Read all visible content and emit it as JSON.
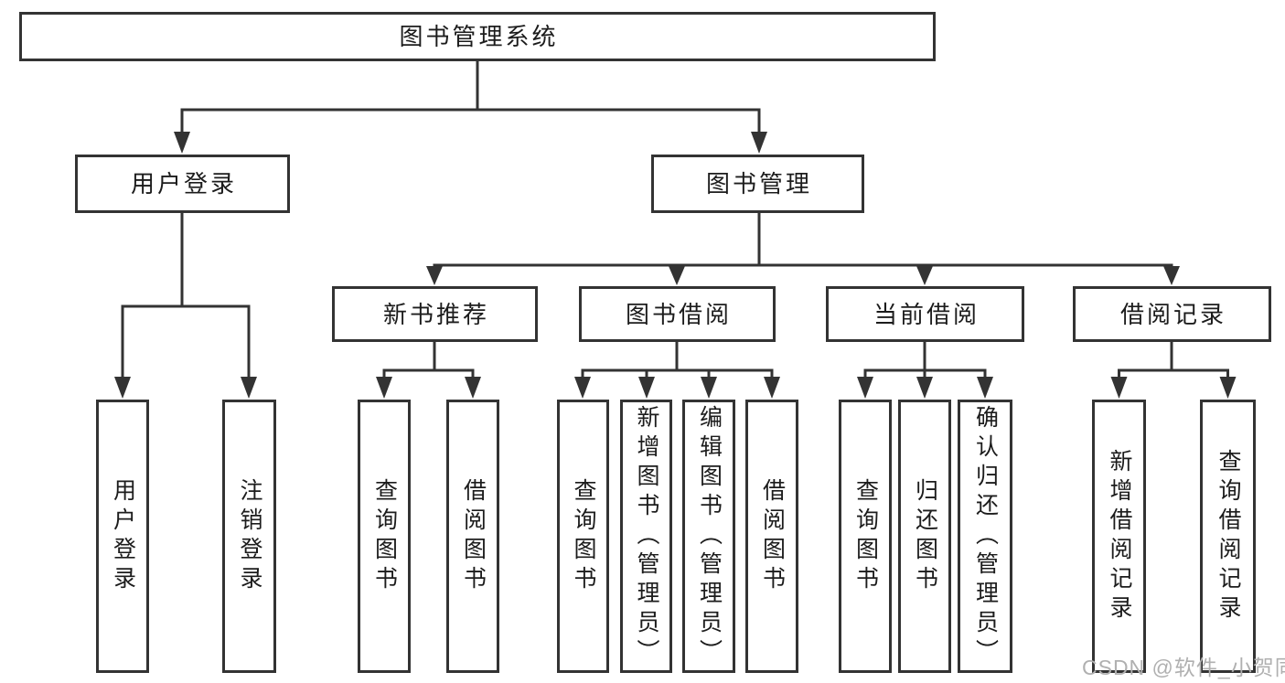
{
  "diagram": {
    "root": "图书管理系统",
    "level2": {
      "user_login": "用户登录",
      "book_mgmt": "图书管理"
    },
    "level3": {
      "new_rec": "新书推荐",
      "borrow": "图书借阅",
      "current": "当前借阅",
      "records": "借阅记录"
    },
    "leaves": {
      "ul1": "用户登录",
      "ul2": "注销登录",
      "nr1": "查询图书",
      "nr2": "借阅图书",
      "bb1": "查询图书",
      "bb2": "新增图书（管理员）",
      "bb3": "编辑图书（管理员）",
      "bb4": "借阅图书",
      "cb1": "查询图书",
      "cb2": "归还图书",
      "cb3": "确认归还（管理员）",
      "br1": "新增借阅记录",
      "br2": "查询借阅记录"
    }
  },
  "watermark": "CSDN @软件_小贺同学",
  "colors": {
    "line": "#333333",
    "text": "#1c1c1c",
    "watermark": "#b0b0b0"
  }
}
